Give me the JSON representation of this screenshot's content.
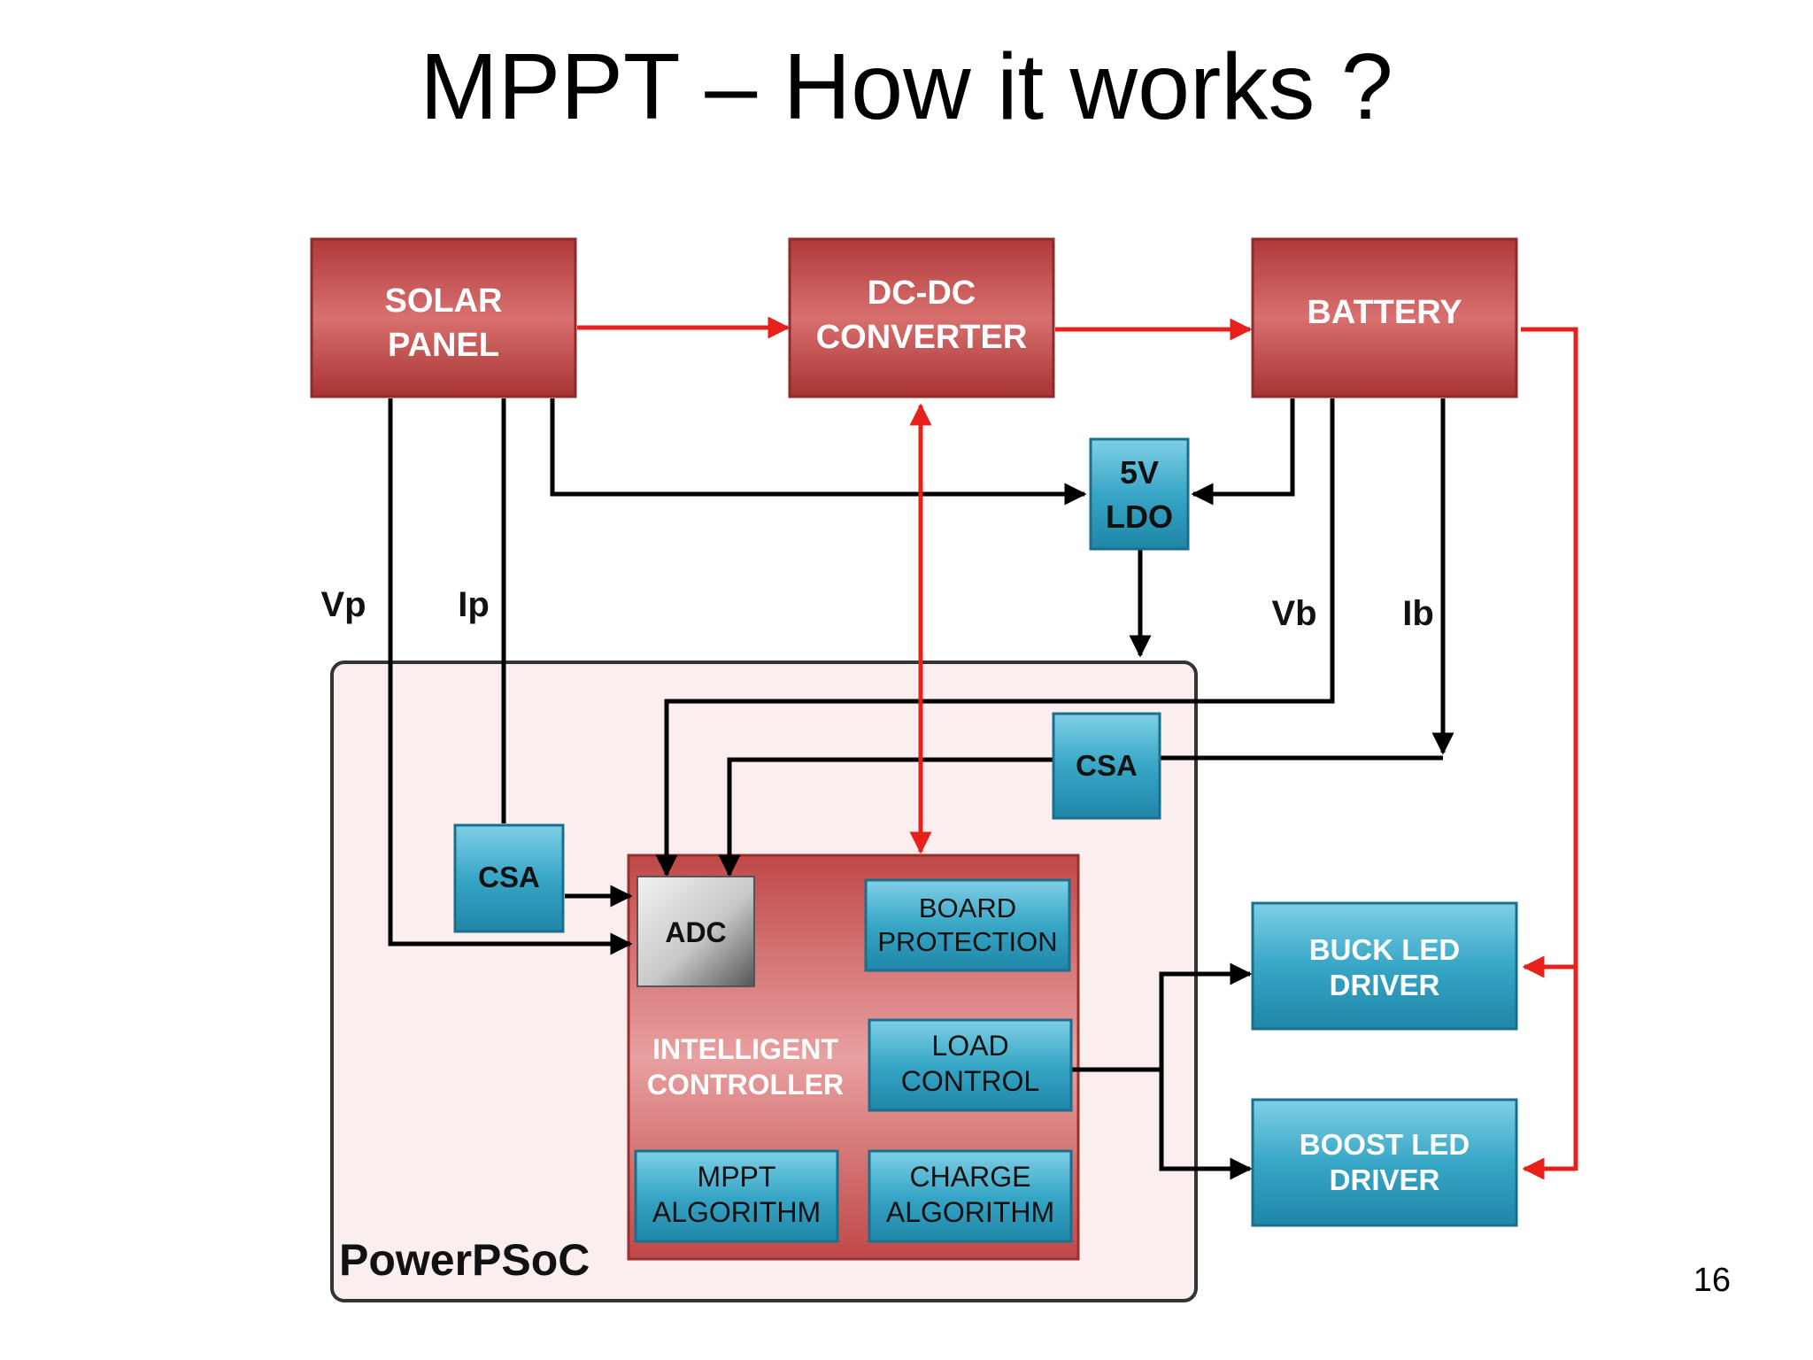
{
  "slide": {
    "title": "MPPT – How it works ?",
    "page_number": "16"
  },
  "blocks": {
    "solar_panel": [
      "SOLAR",
      "PANEL"
    ],
    "dcdc_converter": [
      "DC-DC",
      "CONVERTER"
    ],
    "battery": [
      "BATTERY"
    ],
    "ldo": [
      "5V",
      "LDO"
    ],
    "csa_battery": [
      "CSA"
    ],
    "csa_panel": [
      "CSA"
    ],
    "adc": [
      "ADC"
    ],
    "board_protection": [
      "BOARD",
      "PROTECTION"
    ],
    "intelligent_controller": [
      "INTELLIGENT",
      "CONTROLLER"
    ],
    "load_control": [
      "LOAD",
      "CONTROL"
    ],
    "mppt_algorithm": [
      "MPPT",
      "ALGORITHM"
    ],
    "charge_algorithm": [
      "CHARGE",
      "ALGORITHM"
    ],
    "buck_led_driver": [
      "BUCK LED",
      "DRIVER"
    ],
    "boost_led_driver": [
      "BOOST LED",
      "DRIVER"
    ],
    "powerpsoc": "PowerPSoC"
  },
  "signals": {
    "vp": "Vp",
    "ip": "Ip",
    "vb": "Vb",
    "ib": "Ib"
  },
  "colors": {
    "red_block": "#c0504d",
    "blue_block": "#3aa3c4",
    "power_line": "#e8201c",
    "signal_line": "#000000",
    "psoc_bg": "#fbeeee"
  }
}
